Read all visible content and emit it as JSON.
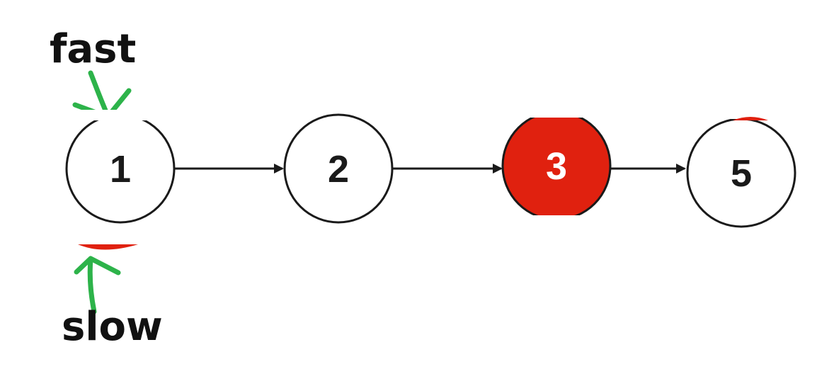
{
  "pointers": {
    "fast": {
      "label": "fast",
      "color": "#2db34a"
    },
    "slow": {
      "label": "slow",
      "color": "#2db34a"
    }
  },
  "nodes": [
    {
      "label": "1",
      "fill": "#ffffff",
      "text_color": "#1a1a1a"
    },
    {
      "label": "2",
      "fill": "#ffffff",
      "text_color": "#1a1a1a"
    },
    {
      "label": "3",
      "fill": "#e0210f",
      "text_color": "#ffffff"
    },
    {
      "label": "5",
      "fill": "#ffffff",
      "text_color": "#1a1a1a"
    }
  ],
  "colors": {
    "highlight_red": "#e0210f",
    "outline": "#1a1a1a",
    "pointer_green": "#2db34a"
  }
}
